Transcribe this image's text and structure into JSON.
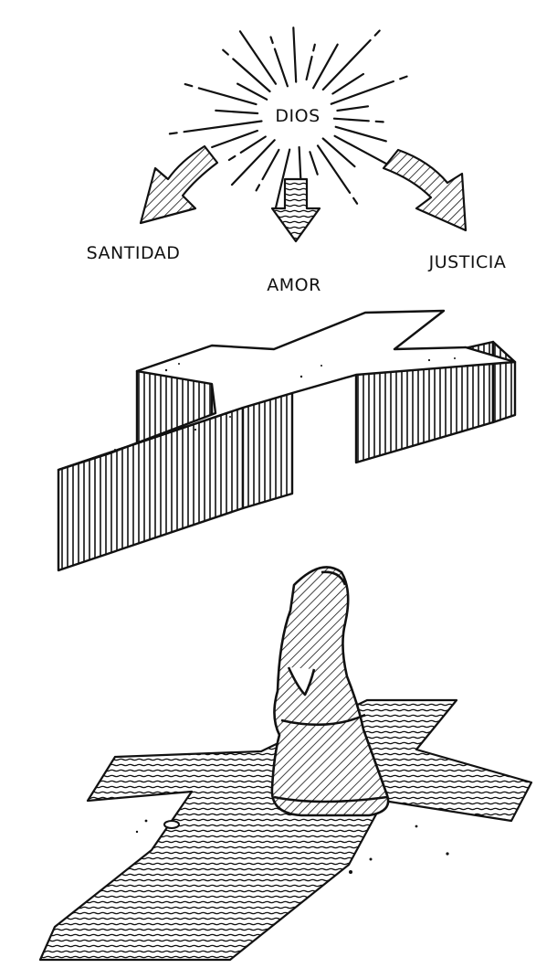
{
  "labels": {
    "center": "DIOS",
    "left": "SANTIDAD",
    "middle": "AMOR",
    "right": "JUSTICIA"
  },
  "colors": {
    "ink": "#111111",
    "paper": "#ffffff"
  }
}
